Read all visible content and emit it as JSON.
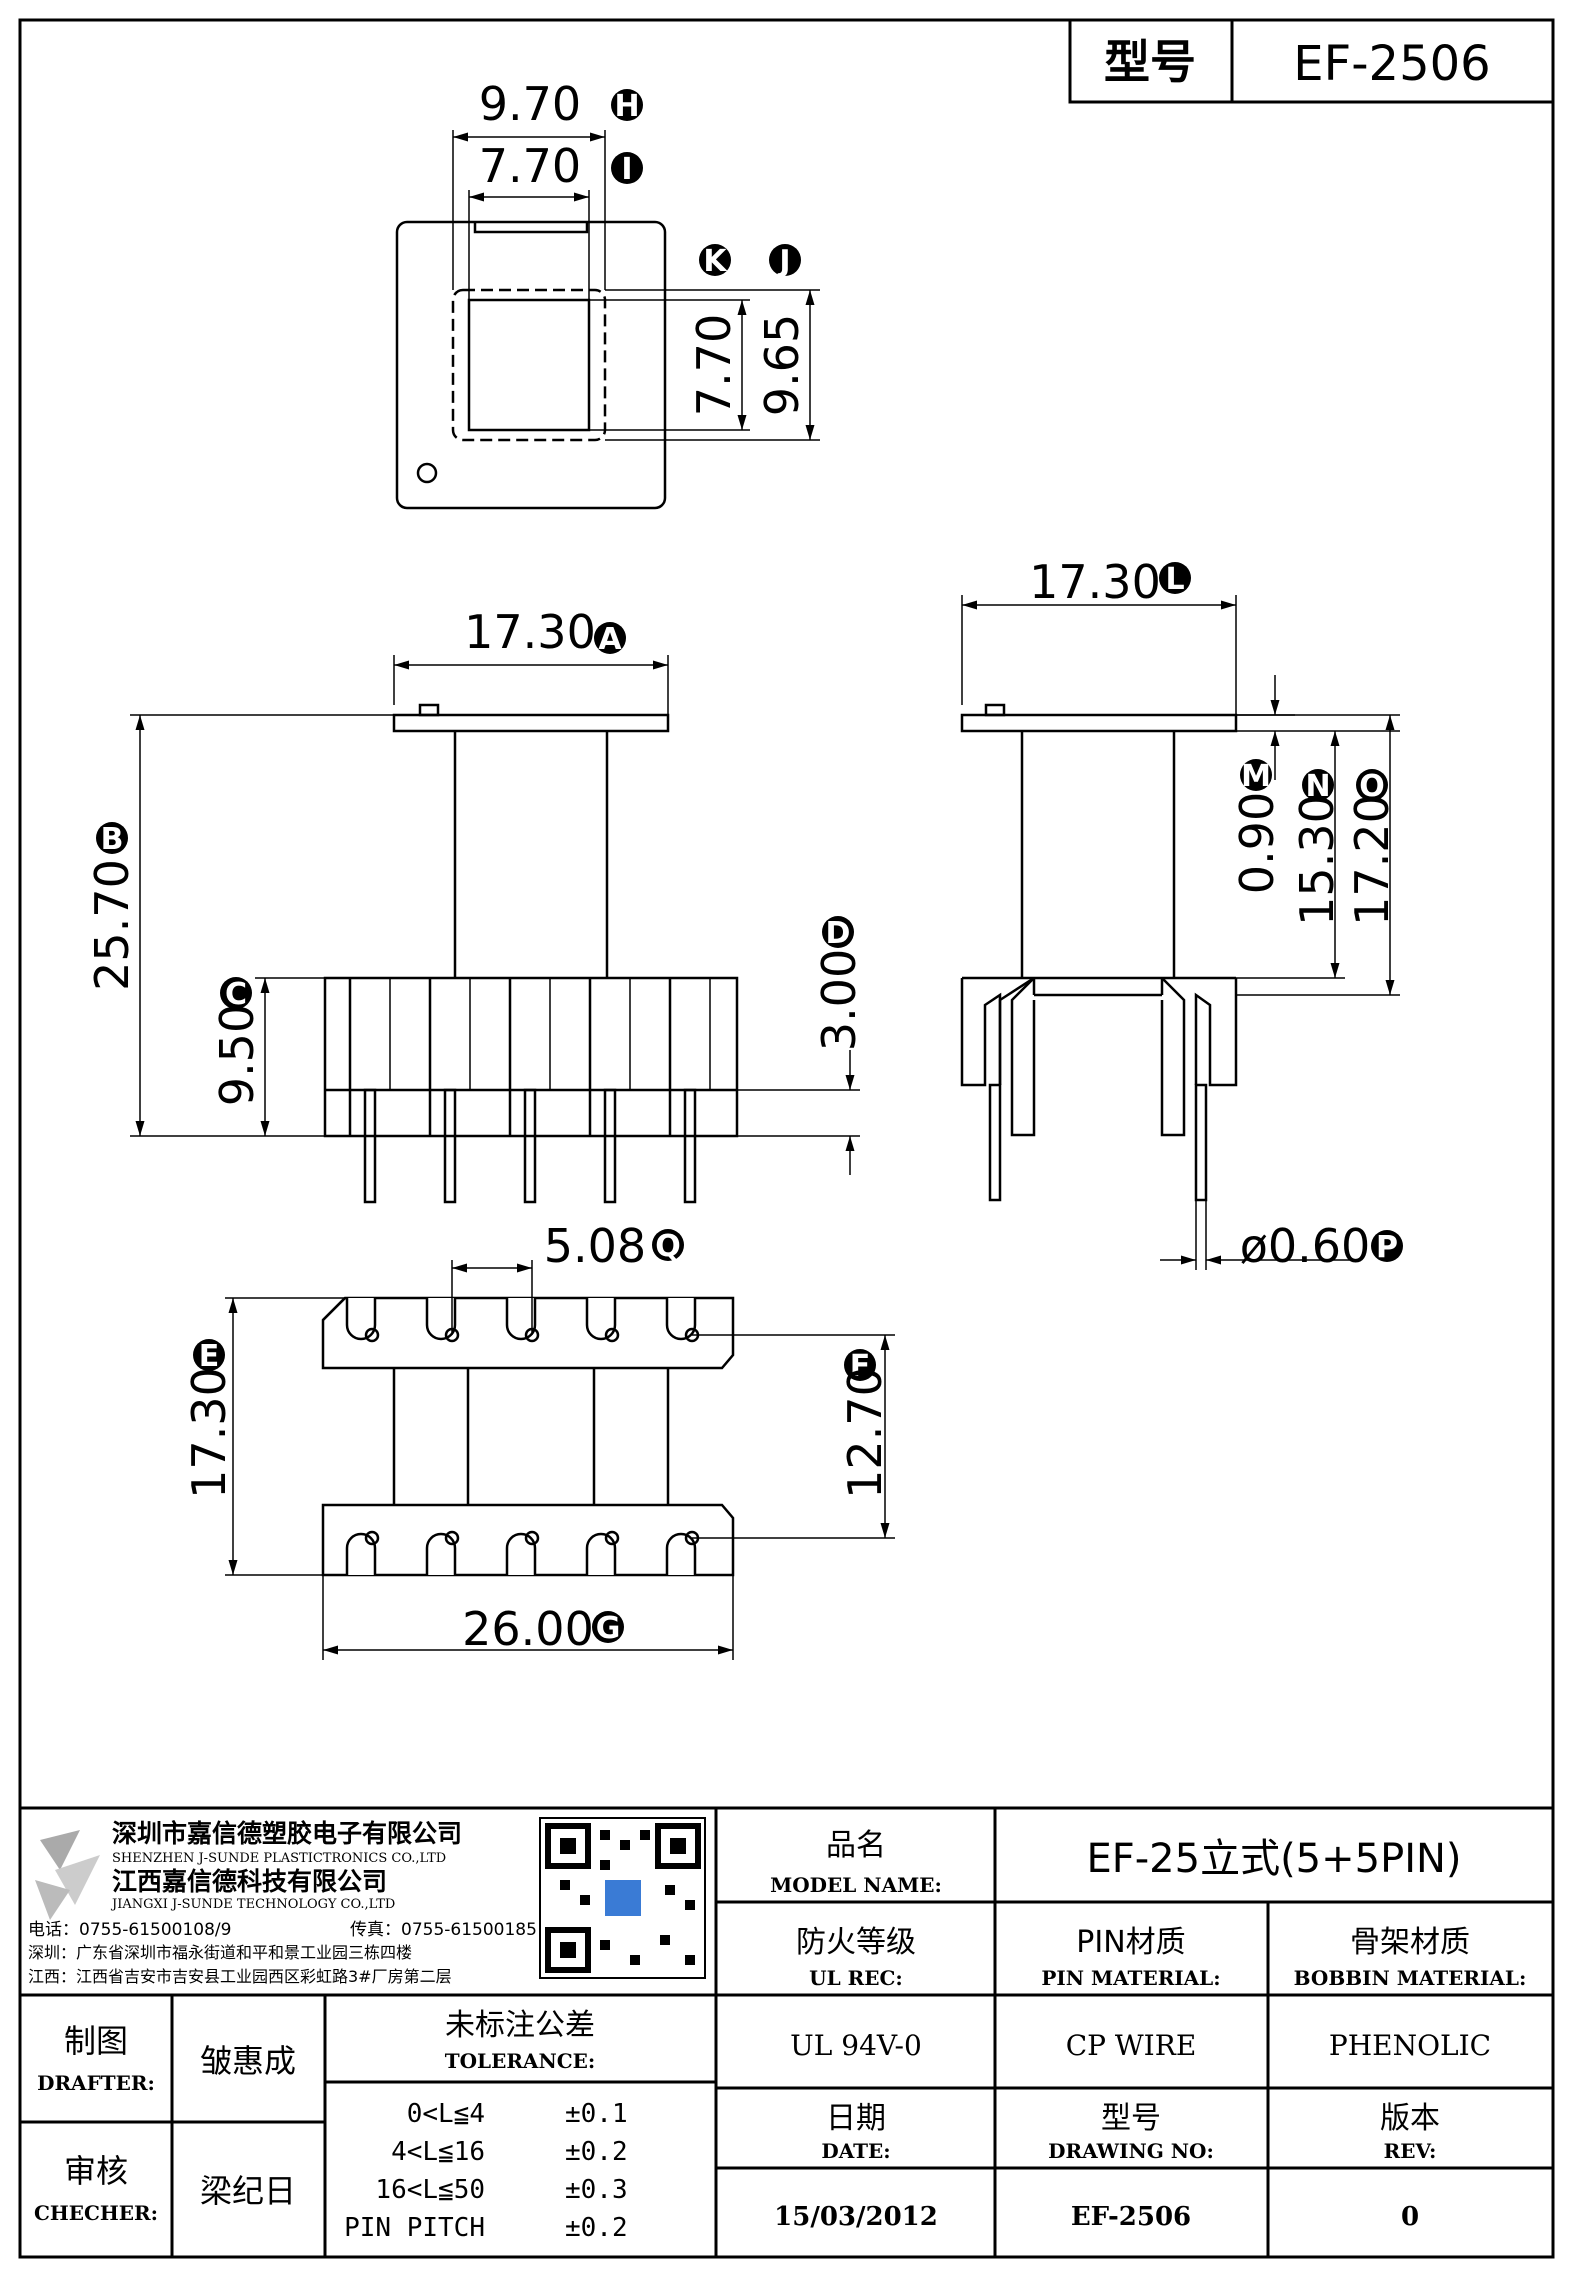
{
  "header": {
    "label": "型号",
    "value": "EF-2506"
  },
  "dims": {
    "H": "9.70",
    "I": "7.70",
    "K": "7.70",
    "J": "9.65",
    "A": "17.30",
    "B": "25.70",
    "C": "9.50",
    "D": "3.00",
    "L": "17.30",
    "M": "0.90",
    "N": "15.30",
    "O": "17.20",
    "P": "ø0.60",
    "Q": "5.08",
    "E": "17.30",
    "F": "12.70",
    "G": "26.00"
  },
  "letters": {
    "H": "H",
    "I": "I",
    "K": "K",
    "J": "J",
    "A": "A",
    "B": "B",
    "C": "C",
    "D": "D",
    "L": "L",
    "M": "M",
    "N": "N",
    "O": "O",
    "P": "P",
    "Q": "Q",
    "E": "E",
    "F": "F",
    "G": "G"
  },
  "company": {
    "name_cn_1": "深圳市嘉信德塑胶电子有限公司",
    "name_en_1": "SHENZHEN J-SUNDE PLASTICTRONICS CO.,LTD",
    "name_cn_2": "江西嘉信德科技有限公司",
    "name_en_2": "JIANGXI J-SUNDE TECHNOLOGY CO.,LTD",
    "tel": "电话：0755-61500108/9",
    "fax": "传真：0755-61500185",
    "addr_sz": "深圳：广东省深圳市福永街道和平和景工业园三栋四楼",
    "addr_jx": "江西：江西省吉安市吉安县工业园西区彩虹路3#厂房第二层"
  },
  "titleblock": {
    "model_cn": "品名",
    "model_en": "MODEL NAME:",
    "model_value": "EF-25立式(5+5PIN)",
    "ul_cn": "防火等级",
    "ul_en": "UL REC:",
    "pin_cn": "PIN材质",
    "pin_en": "PIN MATERIAL:",
    "bobbin_cn": "骨架材质",
    "bobbin_en": "BOBBIN MATERIAL:",
    "ul_value": "UL 94V-0",
    "pin_value": "CP WIRE",
    "bobbin_value": "PHENOLIC",
    "drafter_cn": "制图",
    "drafter_en": "DRAFTER:",
    "drafter_name": "皱惠成",
    "checker_cn": "审核",
    "checker_en": "CHECHER:",
    "checker_name": "梁纪日",
    "tol_cn": "未标注公差",
    "tol_en": "TOLERANCE:",
    "tol_rows": [
      {
        "range": "0<L≦4",
        "tol": "±0.1"
      },
      {
        "range": "4<L≦16",
        "tol": "±0.2"
      },
      {
        "range": "16<L≦50",
        "tol": "±0.3"
      },
      {
        "range": "PIN PITCH",
        "tol": "±0.2"
      }
    ],
    "date_cn": "日期",
    "date_en": "DATE:",
    "date_value": "15/03/2012",
    "dwg_cn": "型号",
    "dwg_en": "DRAWING NO:",
    "dwg_value": "EF-2506",
    "rev_cn": "版本",
    "rev_en": "REV:",
    "rev_value": "0"
  }
}
